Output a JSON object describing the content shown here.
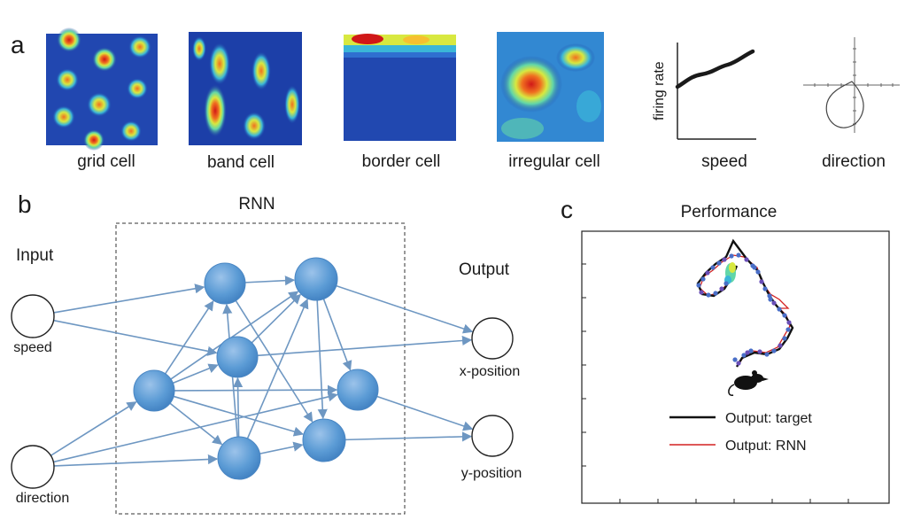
{
  "panel_a": {
    "letter": "a",
    "captions": [
      "grid cell",
      "band cell",
      "border cell",
      "irregular cell",
      "speed",
      "direction"
    ],
    "speed_ylabel": "firing rate",
    "heatmap_colors": [
      "#1c3fa8",
      "#2f6fd0",
      "#3ab6d8",
      "#62d6a8",
      "#d8e840",
      "#f6c030",
      "#f07020",
      "#d01818"
    ]
  },
  "panel_b": {
    "letter": "b",
    "rnn_title": "RNN",
    "input_title": "Input",
    "output_title": "Output",
    "inputs": [
      "speed",
      "direction"
    ],
    "outputs": [
      "x-position",
      "y-position"
    ],
    "node_color": "#5b9bd5",
    "edge_color": "#6e97c2"
  },
  "panel_c": {
    "letter": "c",
    "title": "Performance",
    "legend": [
      {
        "label": "Output: target",
        "color": "#111111"
      },
      {
        "label": "Output: RNN",
        "color": "#d42020"
      }
    ]
  }
}
